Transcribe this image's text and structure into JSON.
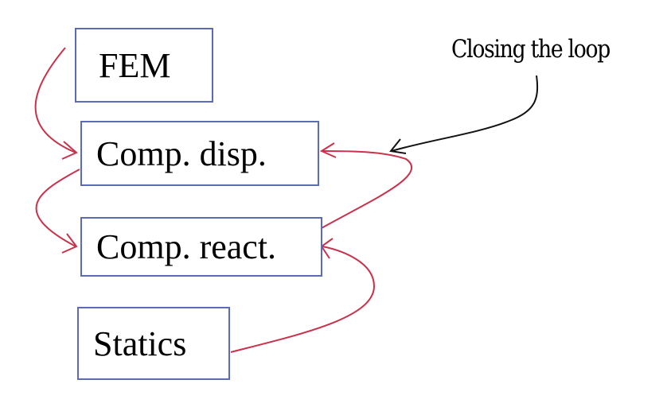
{
  "boxes": {
    "fem": "FEM",
    "comp_disp": "Comp. disp.",
    "comp_react": "Comp. react.",
    "statics": "Statics"
  },
  "annotation": "Closing the loop",
  "colors": {
    "box_border": "#5b6bb5",
    "flow_arrow": "#c8324a",
    "annotation_arrow": "#111111"
  }
}
